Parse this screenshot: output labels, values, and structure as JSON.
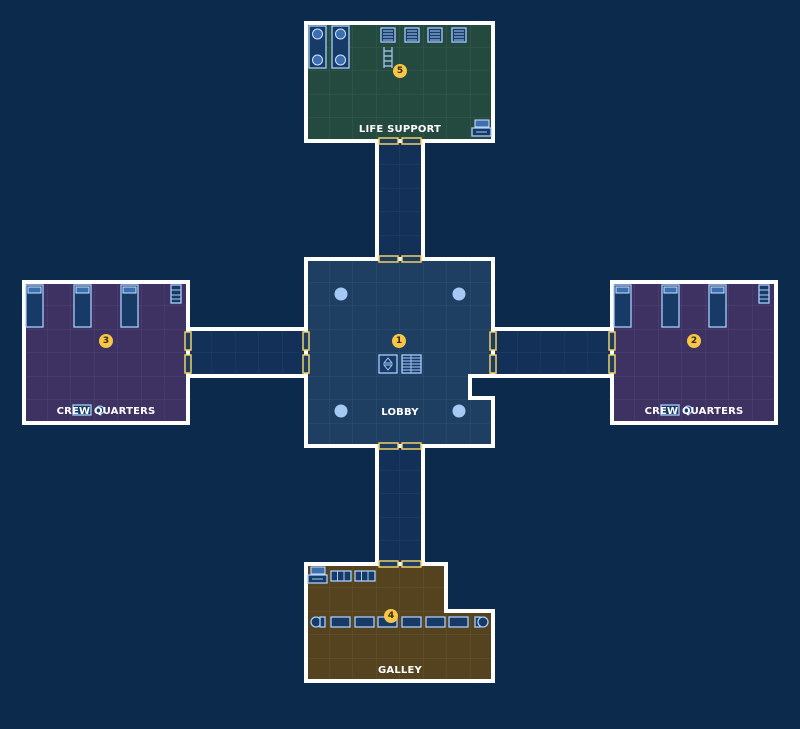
{
  "rooms": [
    {
      "id": "lobby",
      "label": "LOBBY",
      "number": "1"
    },
    {
      "id": "crew-quarters-east",
      "label": "CREW QUARTERS",
      "number": "2"
    },
    {
      "id": "crew-quarters-west",
      "label": "CREW QUARTERS",
      "number": "3"
    },
    {
      "id": "galley",
      "label": "GALLEY",
      "number": "4"
    },
    {
      "id": "life-support",
      "label": "LIFE SUPPORT",
      "number": "5"
    }
  ],
  "colors": {
    "background": "#0c2a4b",
    "corridor": "#123058",
    "lobby": "#1e3f62",
    "crew_quarters": "#3e3263",
    "galley": "#54431e",
    "life_support": "#24493f",
    "wall": "#ffffff",
    "door_frame": "#f0cf62",
    "badge": "#f6c648"
  }
}
